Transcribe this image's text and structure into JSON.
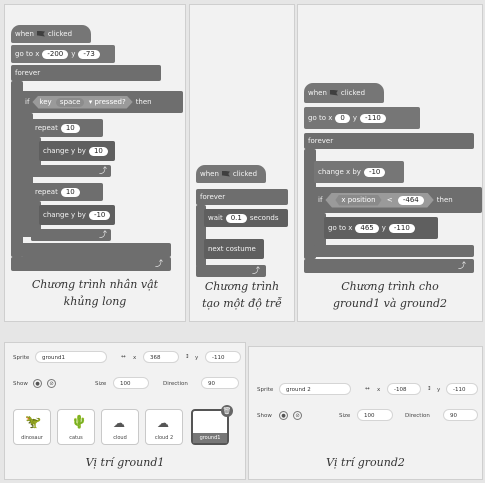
{
  "program1": {
    "hat": "when",
    "hat_suffix": "clicked",
    "goto_label": "go to x",
    "goto_x": "-200",
    "goto_y_label": "y",
    "goto_y": "-73",
    "forever": "forever",
    "if": "if",
    "key_label": "key",
    "key_value": "space",
    "pressed": "pressed?",
    "then": "then",
    "repeat1": "repeat",
    "repeat1_count": "10",
    "change1": "change y by",
    "change1_val": "10",
    "repeat2": "repeat",
    "repeat2_count": "10",
    "change2": "change y by",
    "change2_val": "-10",
    "caption_line1": "Chương trình nhân vật",
    "caption_line2": "khủng long"
  },
  "program2": {
    "hat": "when",
    "hat_suffix": "clicked",
    "forever": "forever",
    "wait": "wait",
    "wait_val": "0.1",
    "seconds": "seconds",
    "next_costume": "next costume",
    "caption_line1": "Chương trình",
    "caption_line2": "tạo một độ trễ"
  },
  "program3": {
    "hat": "when",
    "hat_suffix": "clicked",
    "goto_label": "go to x",
    "goto_x": "0",
    "goto_y_label": "y",
    "goto_y": "-110",
    "forever": "forever",
    "change_x": "change x by",
    "change_x_val": "-10",
    "if": "if",
    "xpos": "x position",
    "lt": "<",
    "lt_val": "-464",
    "then": "then",
    "goto2_label": "go to x",
    "goto2_x": "465",
    "goto2_y_label": "y",
    "goto2_y": "-110",
    "caption_line1": "Chương trình cho",
    "caption_line2": "ground1 và ground2"
  },
  "sprite_panel1": {
    "sprite_label": "Sprite",
    "sprite_name": "ground1",
    "x_label": "x",
    "x_value": "368",
    "y_label": "y",
    "y_value": "-110",
    "show_label": "Show",
    "size_label": "Size",
    "size_value": "100",
    "direction_label": "Direction",
    "direction_value": "90",
    "sprites": [
      "dinosaur",
      "catus",
      "cloud",
      "cloud 2",
      "ground1"
    ],
    "caption": "Vị trí ground1"
  },
  "sprite_panel2": {
    "sprite_label": "Sprite",
    "sprite_name": "ground 2",
    "x_label": "x",
    "x_value": "-108",
    "y_label": "y",
    "y_value": "-110",
    "show_label": "Show",
    "size_label": "Size",
    "size_value": "100",
    "direction_label": "Direction",
    "direction_value": "90",
    "caption": "Vị trí ground2"
  }
}
